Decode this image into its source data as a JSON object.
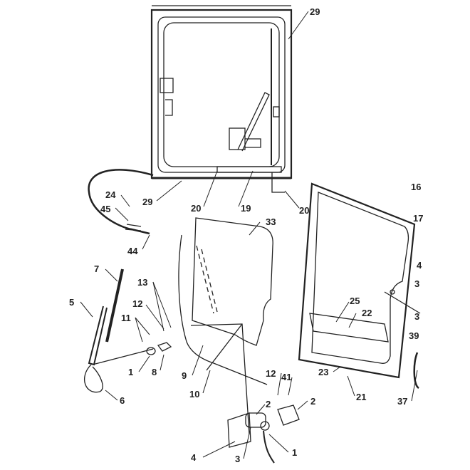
{
  "callouts": [
    "29",
    "29",
    "24",
    "45",
    "44",
    "20",
    "19",
    "20",
    "33",
    "16",
    "17",
    "4",
    "3",
    "3",
    "39",
    "37",
    "7",
    "13",
    "5",
    "12",
    "11",
    "25",
    "22",
    "1",
    "8",
    "9",
    "12",
    "41",
    "10",
    "23",
    "21",
    "6",
    "2",
    "2",
    "4",
    "3",
    "1"
  ]
}
